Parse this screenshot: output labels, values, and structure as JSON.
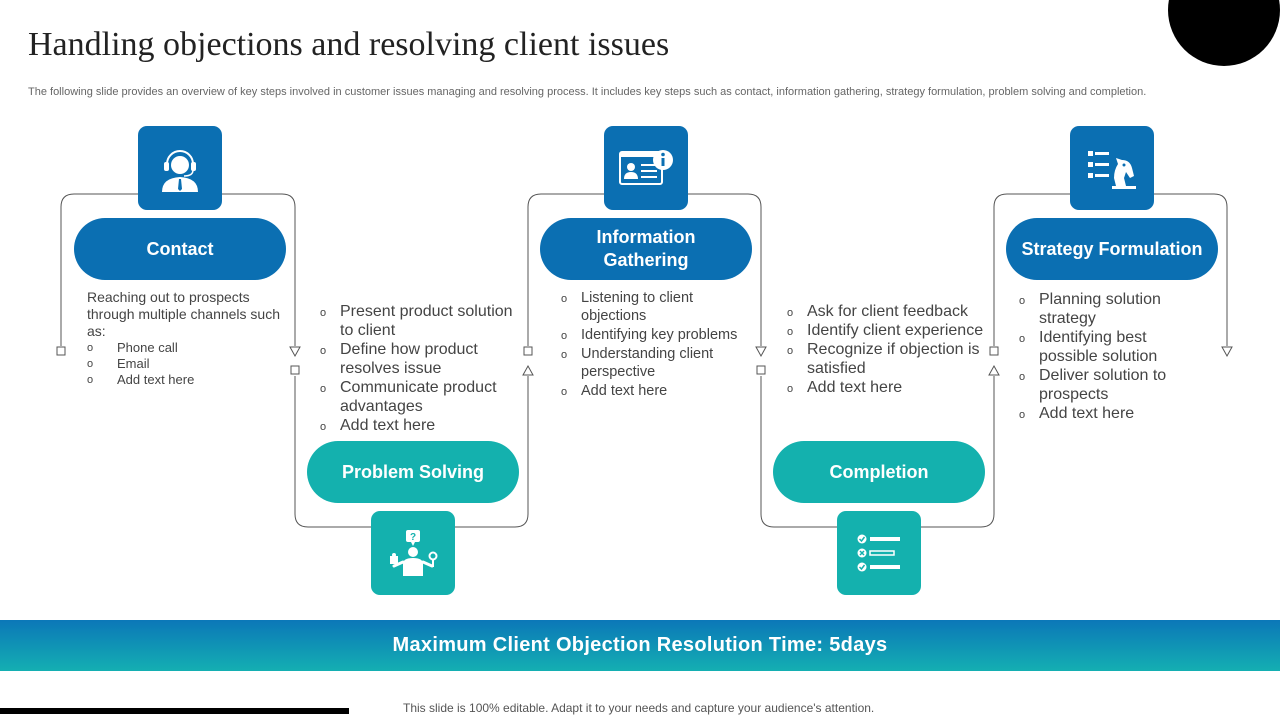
{
  "header": {
    "title": "Handling objections and resolving client issues",
    "subtitle": "The following slide provides an overview of key steps involved in customer issues managing and resolving process. It includes key steps such as  contact, information gathering, strategy formulation, problem solving and completion."
  },
  "colors": {
    "blue": "#0b6fb2",
    "teal": "#14b1ae",
    "line": "#555555"
  },
  "steps": {
    "contact": {
      "label": "Contact",
      "icon": "customer-support-headset-icon",
      "intro": "Reaching out to prospects through multiple channels such as:",
      "bullets": [
        "Phone call",
        "Email",
        "Add text here"
      ]
    },
    "problem_solving": {
      "label": "Problem Solving",
      "icon": "thinking-person-puzzle-icon",
      "bullets": [
        "Present product solution to client",
        "Define how product resolves issue",
        "Communicate product advantages",
        "Add text here"
      ]
    },
    "information_gathering": {
      "label": "Information Gathering",
      "icon": "profile-card-info-icon",
      "bullets": [
        "Listening to client objections",
        "Identifying key problems",
        "Understanding client perspective",
        "Add text here"
      ]
    },
    "completion": {
      "label": "Completion",
      "icon": "checklist-icon",
      "bullets": [
        "Ask for client feedback",
        "Identify client experience",
        "Recognize if objection is satisfied",
        "Add text here"
      ]
    },
    "strategy_formulation": {
      "label": "Strategy Formulation",
      "icon": "chess-knight-strategy-icon",
      "bullets": [
        "Planning solution strategy",
        "Identifying best possible solution",
        "Deliver solution to prospects",
        "Add text here"
      ]
    }
  },
  "bullet_glyph": "o",
  "banner": {
    "text": "Maximum Client Objection Resolution Time: 5days"
  },
  "footer": {
    "text": "This slide is 100% editable. Adapt it to your needs and capture your audience's attention."
  }
}
